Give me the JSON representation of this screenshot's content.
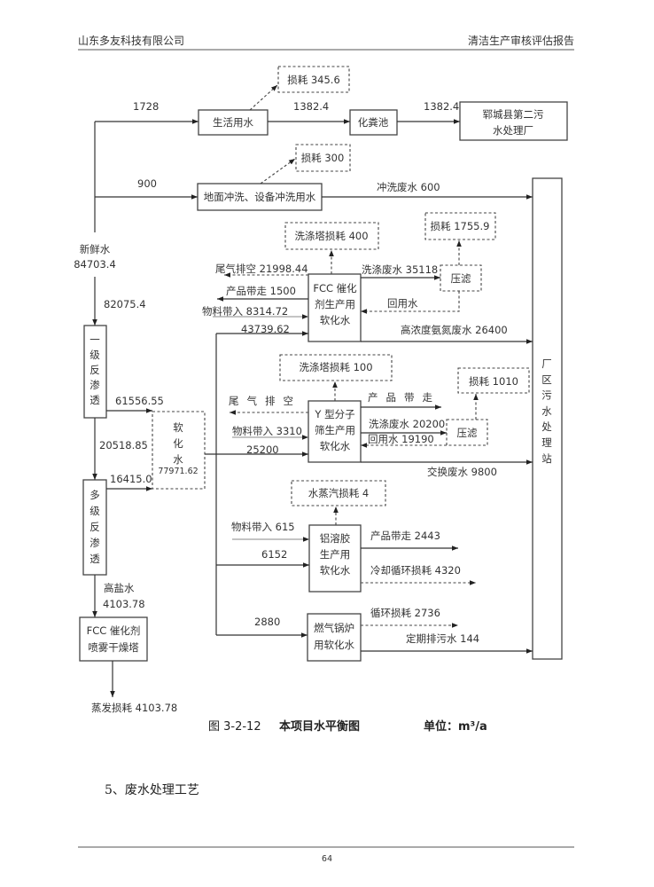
{
  "header": {
    "company": "山东多友科技有限公司",
    "report_title": "清洁生产审核评估报告"
  },
  "diagram": {
    "source": {
      "label": "新鲜水",
      "value": "84703.4"
    },
    "nodes": {
      "domestic_water": "生活用水",
      "septic_tank": "化粪池",
      "county_plant": [
        "郓城县第二污",
        "水处理厂"
      ],
      "floor_wash": "地面冲洗、设备冲洗用水",
      "plant_wwtp": "厂区污水处理站",
      "ro_primary": "一级反渗透",
      "ro_multistage": "多级反渗透",
      "softened_water": {
        "label": "软化水",
        "value": "77971.62"
      },
      "fcc_softwater": [
        "FCC 催化",
        "剂生产用",
        "软化水"
      ],
      "ysieve_softwater": [
        "Y 型分子",
        "筛生产用",
        "软化水"
      ],
      "alsol_softwater": [
        "铝溶胶",
        "生产用",
        "软化水"
      ],
      "boiler_softwater": [
        "燃气锅炉",
        "用软化水"
      ],
      "fcc_spray_dryer": [
        "FCC 催化剂",
        "喷雾干燥塔"
      ],
      "filter_press_1": "压滤",
      "filter_press_2": "压滤"
    },
    "losses": {
      "domestic": "损耗 345.6",
      "floor_wash": "损耗  300",
      "fcc_scrubber": "洗涤塔损耗  400",
      "press_1": "损耗 1755.9",
      "ysieve_scrubber": "洗涤塔损耗  100",
      "press_2": "损耗 1010",
      "alsol_steam": "水蒸汽损耗 4"
    },
    "flows": {
      "to_domestic": "1728",
      "domestic_to_septic": "1382.4",
      "septic_to_county": "1382.4",
      "to_floor_wash": "900",
      "floor_wash_wastewater": "冲洗废水 600",
      "to_ro_primary": "82075.4",
      "ro_primary_to_soft": "61556.55",
      "ro_primary_to_multi": "20518.85",
      "ro_multi_to_soft": "16415.07",
      "high_salt_label": "高盐水",
      "high_salt_value": "4103.78",
      "evaporation_loss": "蒸发损耗 4103.78",
      "fcc_tail_gas": "尾气排空 21998.44",
      "fcc_product_out": "产品带走 1500",
      "fcc_material_in": "物料带入 8314.72",
      "soft_to_fcc": "43739.62",
      "fcc_scrub_wastewater": "洗涤废水 35118",
      "fcc_reuse": "回用水",
      "fcc_ammonia_wastewater": "高浓度氨氮废水 26400",
      "y_tail_gas": "尾气排空",
      "y_material_in": "物料带入 3310",
      "soft_to_y": "25200",
      "y_product_out": "产品带走",
      "y_scrub_wastewater": "洗涤废水 20200",
      "y_reuse": "回用水 19190",
      "y_exchange_wastewater": "交换废水  9800",
      "al_material_in": "物料带入 615",
      "soft_to_al": "6152",
      "al_product_out": "产品带走 2443",
      "al_cooling_loss": "冷却循环损耗  4320",
      "soft_to_boiler": "2880",
      "boiler_cycle_loss": "循环损耗  2736",
      "boiler_blowdown": "定期排污水  144"
    }
  },
  "caption": {
    "figure_number": "图 3-2-12",
    "title": "本项目水平衡图",
    "unit": "单位：m³/a"
  },
  "section_heading": "5、废水处理工艺",
  "footer": {
    "page_number": "64"
  }
}
